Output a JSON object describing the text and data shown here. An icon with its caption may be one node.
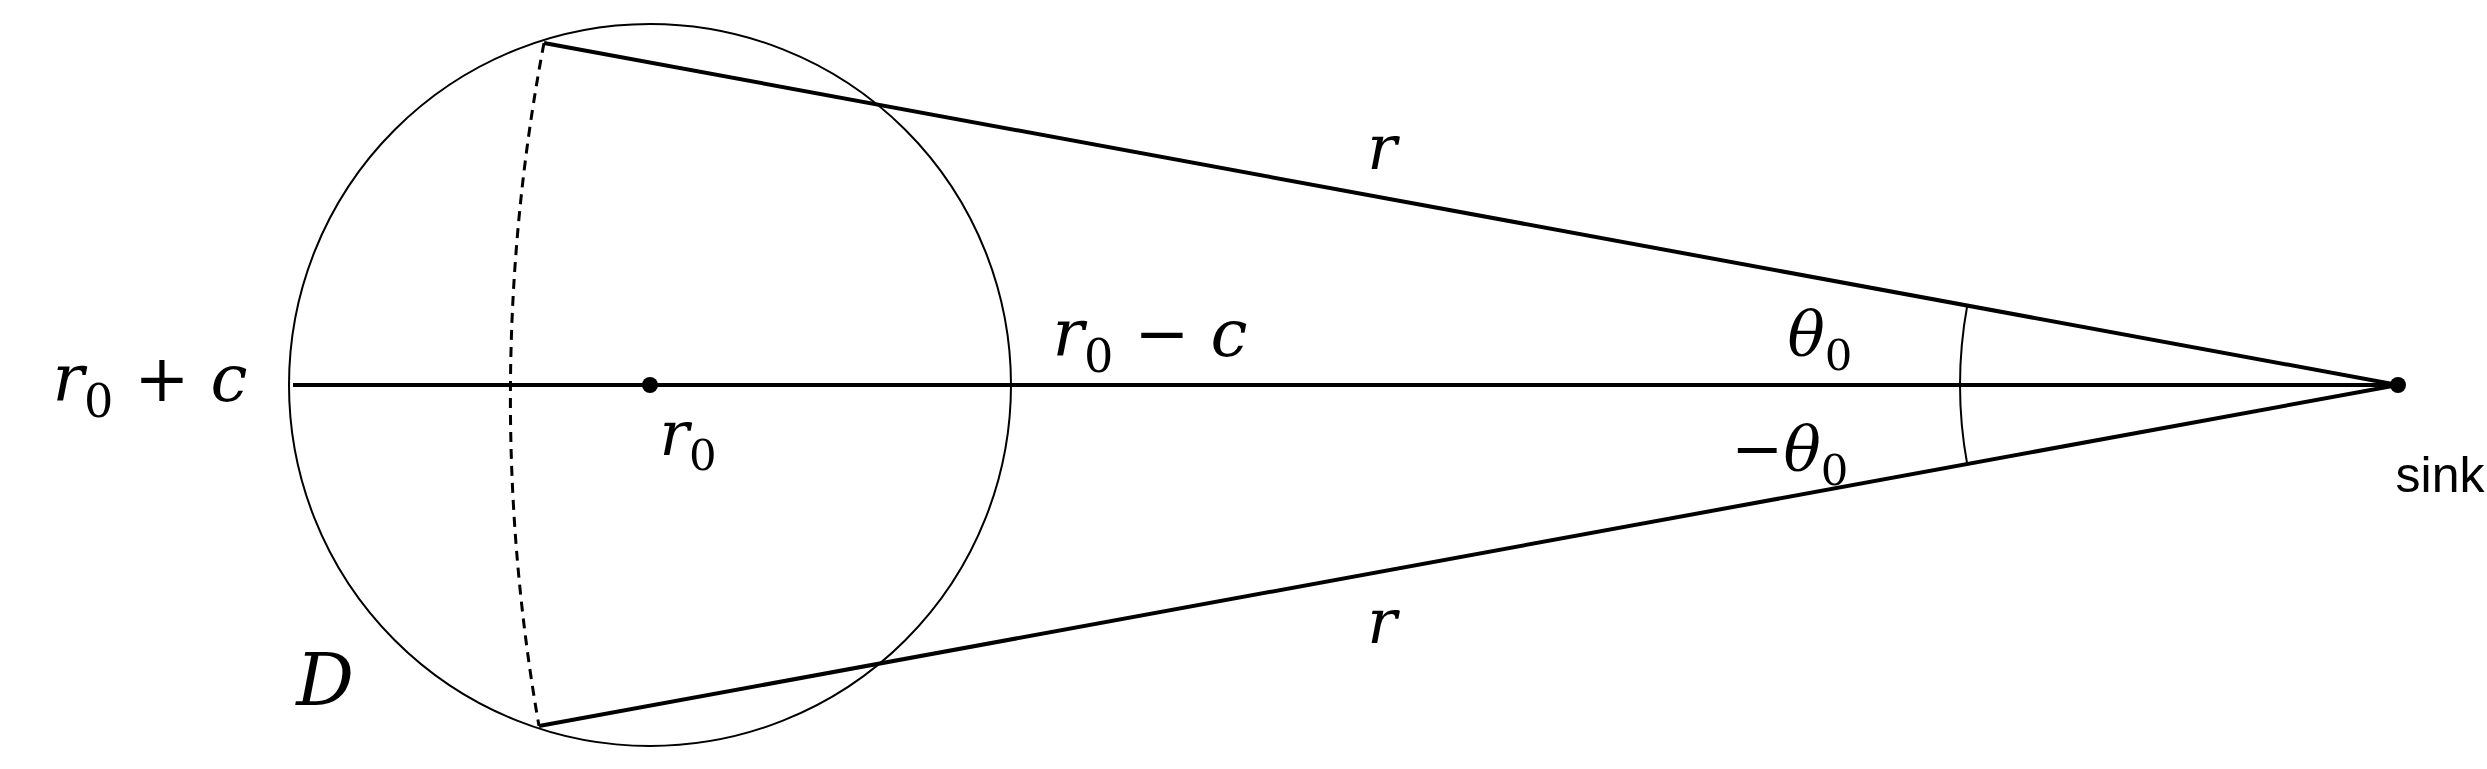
{
  "diagram": {
    "labels": [
      "r",
      "r$_{0}$ + c",
      "r$_{0}$ − c",
      "θ$_{0}$",
      "r$_{0}$",
      "−θ$_{0}$",
      "sink",
      "r",
      "D"
    ]
  }
}
